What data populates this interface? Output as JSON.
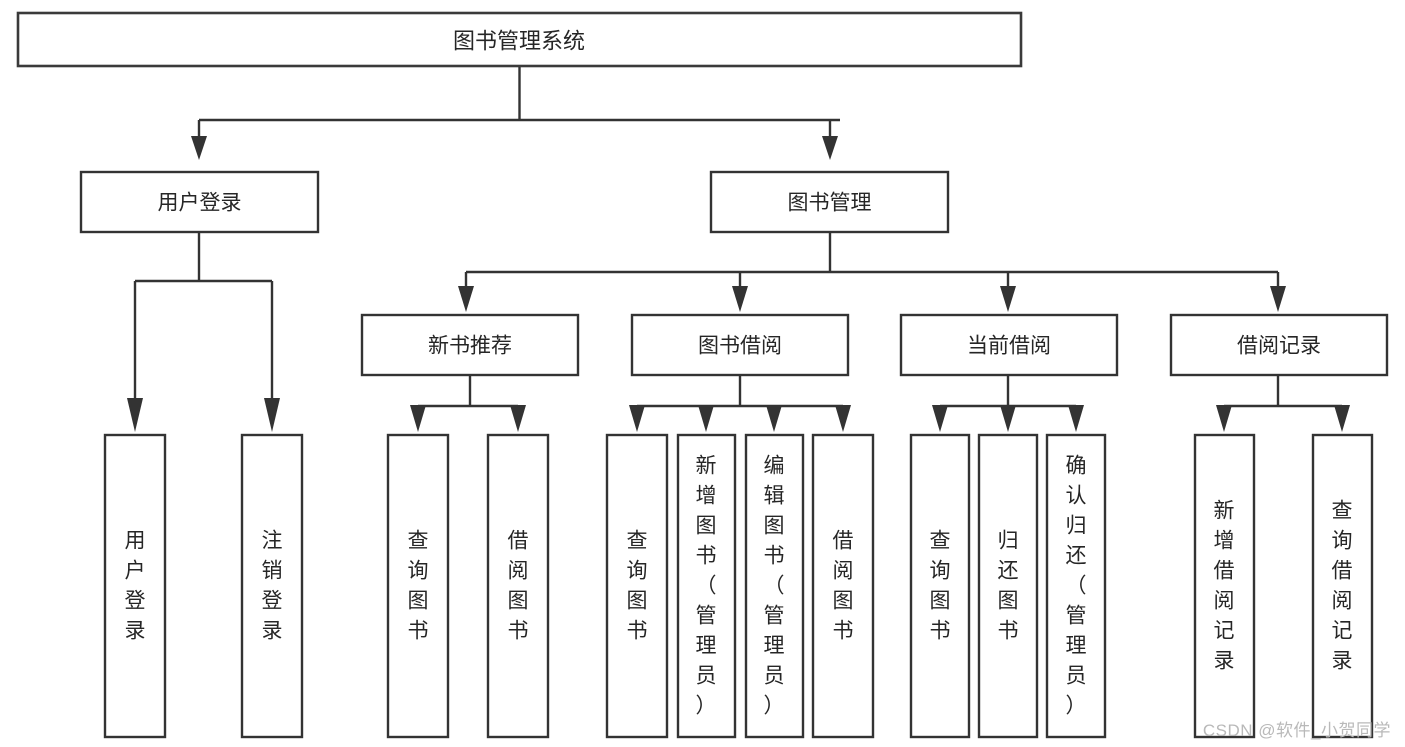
{
  "diagram": {
    "type": "tree",
    "title": "图书管理系统",
    "watermark": "CSDN @软件_小贺同学",
    "colors": {
      "box_stroke": "#333333",
      "box_fill": "#ffffff",
      "text": "#262626",
      "connector": "#333333",
      "watermark": "#b9b9b9"
    },
    "root": {
      "id": "root",
      "label": "图书管理系统",
      "orientation": "horizontal"
    },
    "level2": [
      {
        "id": "user-login",
        "label": "用户登录",
        "orientation": "horizontal"
      },
      {
        "id": "book-management",
        "label": "图书管理",
        "orientation": "horizontal"
      }
    ],
    "level3": [
      {
        "id": "new-book-recommend",
        "label": "新书推荐",
        "parent": "book-management",
        "orientation": "horizontal"
      },
      {
        "id": "book-borrow",
        "label": "图书借阅",
        "parent": "book-management",
        "orientation": "horizontal"
      },
      {
        "id": "current-borrow",
        "label": "当前借阅",
        "parent": "book-management",
        "orientation": "horizontal"
      },
      {
        "id": "borrow-record",
        "label": "借阅记录",
        "parent": "book-management",
        "orientation": "horizontal"
      }
    ],
    "leaves": [
      {
        "id": "leaf-user-login",
        "label": "用户登录",
        "parent": "user-login",
        "orientation": "vertical"
      },
      {
        "id": "leaf-user-logout",
        "label": "注销登录",
        "parent": "user-login",
        "orientation": "vertical"
      },
      {
        "id": "leaf-query-book-1",
        "label": "查询图书",
        "parent": "new-book-recommend",
        "orientation": "vertical"
      },
      {
        "id": "leaf-borrow-book-1",
        "label": "借阅图书",
        "parent": "new-book-recommend",
        "orientation": "vertical"
      },
      {
        "id": "leaf-query-book-2",
        "label": "查询图书",
        "parent": "book-borrow",
        "orientation": "vertical"
      },
      {
        "id": "leaf-add-book",
        "label": "新增图书（管理员）",
        "parent": "book-borrow",
        "orientation": "vertical"
      },
      {
        "id": "leaf-edit-book",
        "label": "编辑图书（管理员）",
        "parent": "book-borrow",
        "orientation": "vertical"
      },
      {
        "id": "leaf-borrow-book-2",
        "label": "借阅图书",
        "parent": "book-borrow",
        "orientation": "vertical"
      },
      {
        "id": "leaf-query-book-3",
        "label": "查询图书",
        "parent": "current-borrow",
        "orientation": "vertical"
      },
      {
        "id": "leaf-return-book",
        "label": "归还图书",
        "parent": "current-borrow",
        "orientation": "vertical"
      },
      {
        "id": "leaf-confirm-return",
        "label": "确认归还（管理员）",
        "parent": "current-borrow",
        "orientation": "vertical"
      },
      {
        "id": "leaf-add-record",
        "label": "新增借阅记录",
        "parent": "borrow-record",
        "orientation": "vertical"
      },
      {
        "id": "leaf-query-record",
        "label": "查询借阅记录",
        "parent": "borrow-record",
        "orientation": "vertical"
      }
    ]
  }
}
